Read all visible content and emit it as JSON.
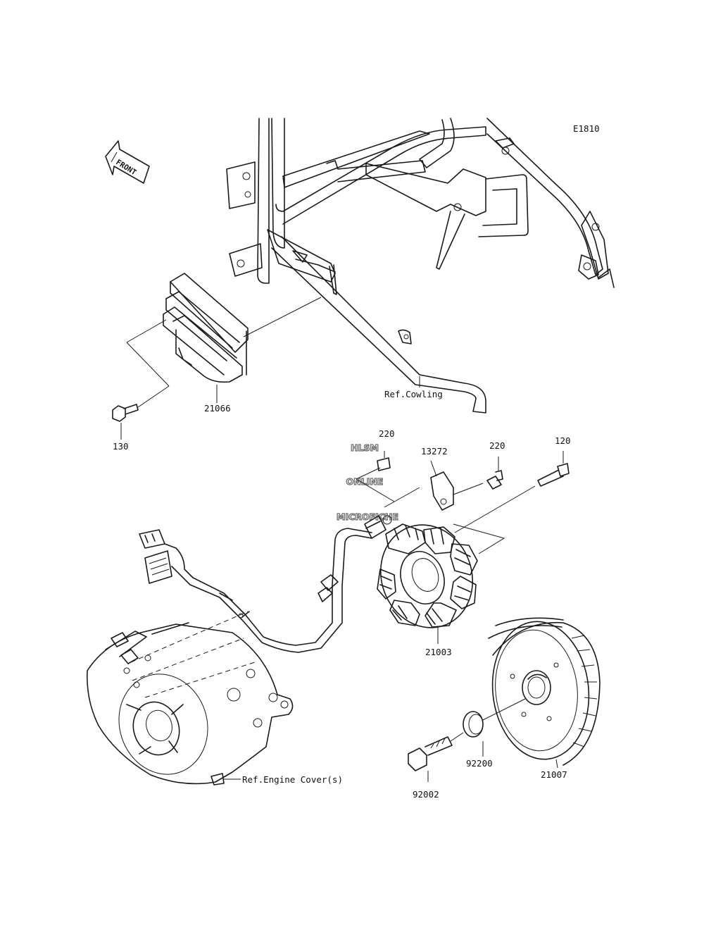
{
  "diagram_code": "E1810",
  "front_label": "FRONT",
  "watermark": [
    "HLSM",
    "ONLINE",
    "MICROFICHE"
  ],
  "parts": [
    {
      "key": "p21066",
      "number": "21066"
    },
    {
      "key": "p130",
      "number": "130"
    },
    {
      "key": "p220a",
      "number": "220"
    },
    {
      "key": "p13272",
      "number": "13272"
    },
    {
      "key": "p220b",
      "number": "220"
    },
    {
      "key": "p120",
      "number": "120"
    },
    {
      "key": "p21003",
      "number": "21003"
    },
    {
      "key": "p92200",
      "number": "92200"
    },
    {
      "key": "p21007",
      "number": "21007"
    },
    {
      "key": "p92002",
      "number": "92002"
    }
  ],
  "references": {
    "cowling": "Ref.Cowling",
    "engine_cover": "Ref.Engine Cover(s)"
  }
}
